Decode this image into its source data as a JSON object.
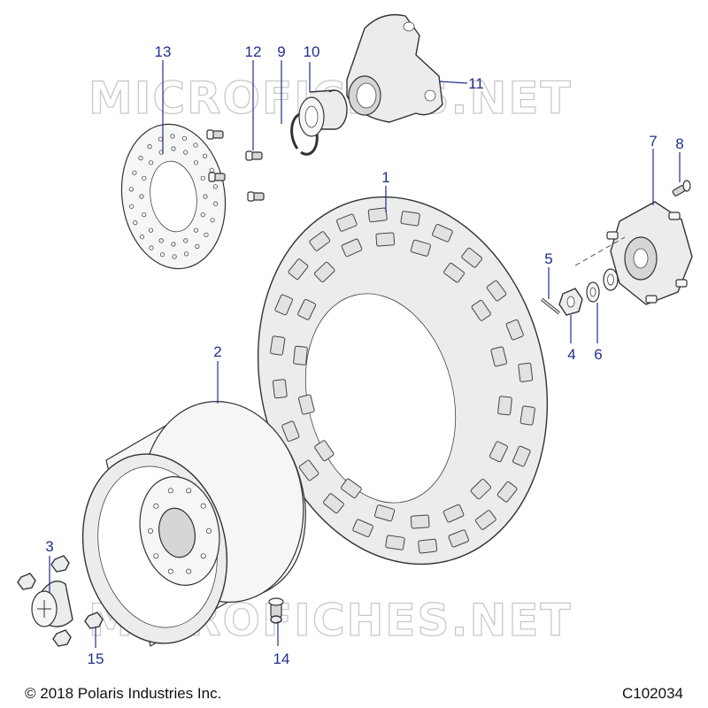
{
  "watermark": "MICROFICHES.NET",
  "callouts": [
    {
      "id": "1",
      "label": "1"
    },
    {
      "id": "2",
      "label": "2"
    },
    {
      "id": "3",
      "label": "3"
    },
    {
      "id": "4",
      "label": "4"
    },
    {
      "id": "5",
      "label": "5"
    },
    {
      "id": "6",
      "label": "6"
    },
    {
      "id": "7",
      "label": "7"
    },
    {
      "id": "8",
      "label": "8"
    },
    {
      "id": "9",
      "label": "9"
    },
    {
      "id": "10",
      "label": "10"
    },
    {
      "id": "11",
      "label": "11"
    },
    {
      "id": "12",
      "label": "12"
    },
    {
      "id": "13",
      "label": "13"
    },
    {
      "id": "14",
      "label": "14"
    },
    {
      "id": "15",
      "label": "15"
    }
  ],
  "footer": {
    "copyright": "© 2018 Polaris Industries Inc.",
    "drawing_id": "C102034"
  }
}
